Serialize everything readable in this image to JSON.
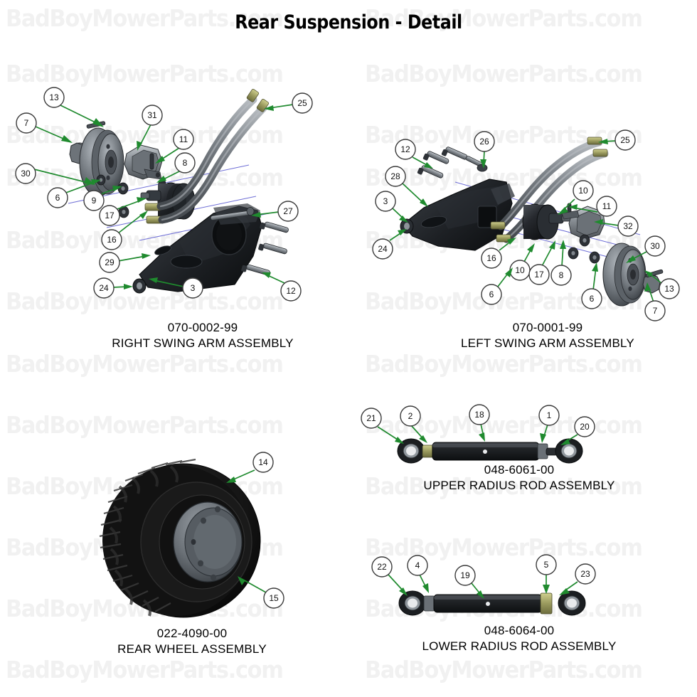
{
  "page": {
    "title": "Rear Suspension - Detail",
    "watermark_text": "BadBoyMowerParts.com",
    "background": "#ffffff",
    "colors": {
      "callout_line": "#1f8a2e",
      "callout_fill": "#ffffff",
      "callout_stroke": "#3b3b3b",
      "centerline": "#6f6fd6",
      "watermark": "#f1f1f1",
      "part_dark": "#23262b",
      "part_gray": "#8d9399",
      "fitting_brass": "#9a9a5e"
    }
  },
  "assemblies": [
    {
      "id": "right-swing-arm",
      "part_number": "070-0002-99",
      "name": "RIGHT SWING ARM ASSEMBLY",
      "callouts": [
        "13",
        "7",
        "31",
        "11",
        "8",
        "30",
        "6",
        "9",
        "17",
        "16",
        "25",
        "27",
        "29",
        "24",
        "3",
        "12"
      ]
    },
    {
      "id": "left-swing-arm",
      "part_number": "070-0001-99",
      "name": "LEFT SWING ARM ASSEMBLY",
      "callouts": [
        "12",
        "26",
        "25",
        "28",
        "3",
        "24",
        "10",
        "11",
        "32",
        "30",
        "16",
        "17",
        "8",
        "6",
        "13",
        "7"
      ]
    },
    {
      "id": "rear-wheel",
      "part_number": "022-4090-00",
      "name": "REAR WHEEL ASSEMBLY",
      "callouts": [
        "14",
        "15"
      ]
    },
    {
      "id": "upper-radius-rod",
      "part_number": "048-6061-00",
      "name": "UPPER RADIUS ROD ASSEMBLY",
      "callouts": [
        "21",
        "2",
        "18",
        "1",
        "20"
      ]
    },
    {
      "id": "lower-radius-rod",
      "part_number": "048-6064-00",
      "name": "LOWER RADIUS ROD ASSEMBLY",
      "callouts": [
        "22",
        "4",
        "19",
        "5",
        "23"
      ]
    }
  ],
  "callouts": {
    "rsa": {
      "c13": "13",
      "c7": "7",
      "c31": "31",
      "c11": "11",
      "c8": "8",
      "c30": "30",
      "c6": "6",
      "c9": "9",
      "c17": "17",
      "c16": "16",
      "c25": "25",
      "c27": "27",
      "c29": "29",
      "c24": "24",
      "c3": "3",
      "c12": "12"
    },
    "lsa": {
      "c12": "12",
      "c26": "26",
      "c25": "25",
      "c28": "28",
      "c3": "3",
      "c24": "24",
      "c10a": "10",
      "c11": "11",
      "c32": "32",
      "c30": "30",
      "c16": "16",
      "c10b": "10",
      "c17": "17",
      "c8": "8",
      "c6a": "6",
      "c6b": "6",
      "c13": "13",
      "c7": "7"
    },
    "wheel": {
      "c14": "14",
      "c15": "15"
    },
    "upper": {
      "c21": "21",
      "c2": "2",
      "c18": "18",
      "c1": "1",
      "c20": "20"
    },
    "lower": {
      "c22": "22",
      "c4": "4",
      "c19": "19",
      "c5": "5",
      "c23": "23"
    }
  }
}
